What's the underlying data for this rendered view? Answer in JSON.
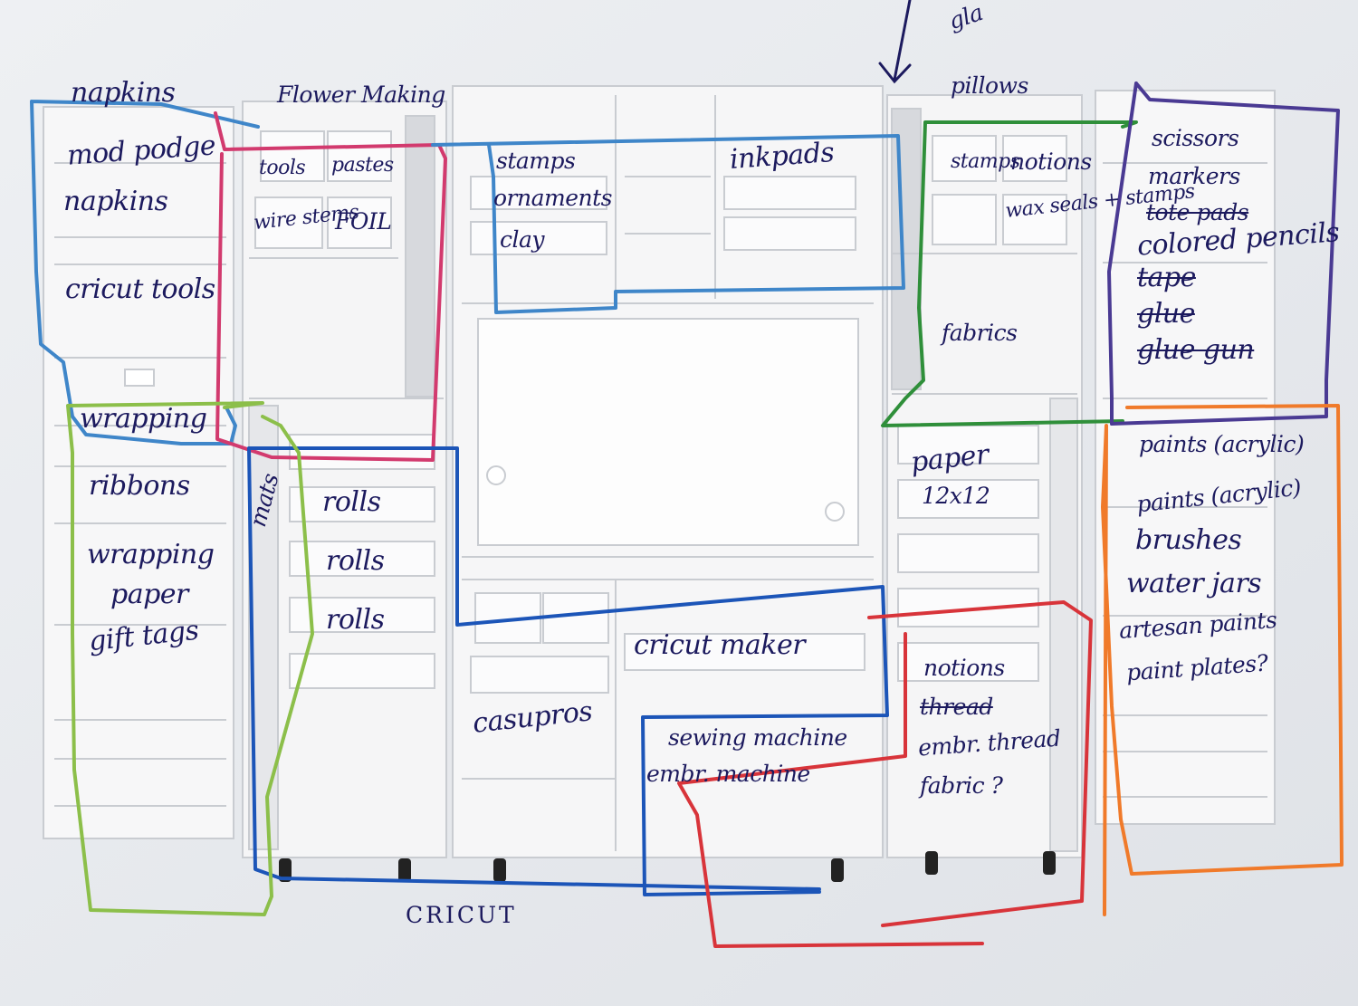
{
  "sketch": {
    "top_arrow_note": "gla",
    "groups": {
      "left_blue": [
        "napkins",
        "mod podge",
        "napkins",
        "cricut tools",
        "wrapping"
      ],
      "green_left": [
        "ribbons",
        "wrapping",
        "paper",
        "gift tags"
      ],
      "pink": [
        "Flower Making",
        "tools",
        "pastes",
        "wire stems",
        "FOIL"
      ],
      "cricut_blue": [
        "mats",
        "rolls",
        "rolls",
        "rolls",
        "cricut maker",
        "CRICUT"
      ],
      "light_blue": [
        "stamps",
        "ornaments",
        "clay",
        "inkpads"
      ],
      "green_right": [
        "pillows",
        "stamps",
        "notions",
        "wax seals + stamps",
        "fabrics"
      ],
      "purple": [
        "scissors",
        "markers",
        "tote pads",
        "colored pencils",
        "tape",
        "glue",
        "glue gun"
      ],
      "orange": [
        "paints (acrylic)",
        "paints (acrylic)",
        "brushes",
        "water jars",
        "artesan paints",
        "paint plates?"
      ],
      "red_right": [
        "paper",
        "12x12",
        "notions",
        "thread",
        "embr. thread",
        "fabric ?"
      ],
      "sewing_blue": [
        "casupros",
        "sewing machine",
        "embr. machine"
      ]
    },
    "marker_colors": {
      "blue": "#3f86c9",
      "dark_blue": "#1c55b8",
      "green": "#2f8f3a",
      "lime": "#8cbf4a",
      "pink": "#d23a6e",
      "red": "#d8343a",
      "purple": "#4a3a93",
      "orange": "#f07a2a",
      "ink": "#1c1a5e"
    }
  }
}
